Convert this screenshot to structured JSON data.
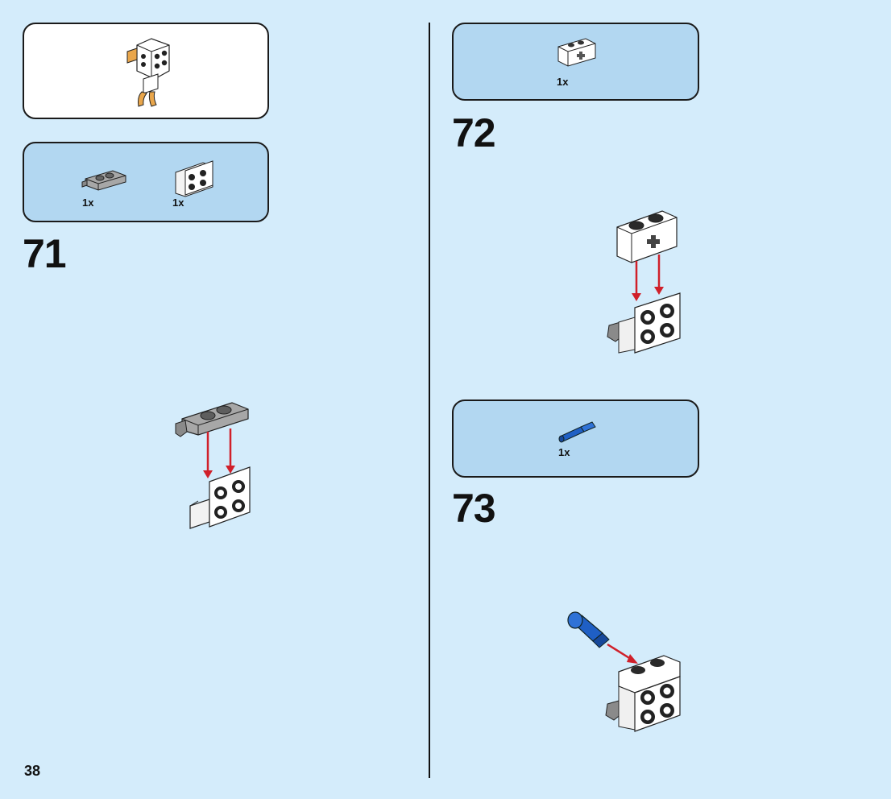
{
  "page": {
    "number": "38"
  },
  "callout": {
    "kind": "sub-assembly preview"
  },
  "steps": [
    {
      "number": "71",
      "parts": [
        {
          "qty": "1x",
          "part": "grey plate with clip"
        },
        {
          "qty": "1x",
          "part": "white bracket 2x2"
        }
      ]
    },
    {
      "number": "72",
      "parts": [
        {
          "qty": "1x",
          "part": "white technic brick 1x2 with axle hole"
        }
      ]
    },
    {
      "number": "73",
      "parts": [
        {
          "qty": "1x",
          "part": "blue technic pin with axle"
        }
      ]
    }
  ],
  "colors": {
    "background": "#d4ecfb",
    "parts_box": "#b2d7f1",
    "arrow": "#d0202a",
    "pin_blue": "#1f5fc4",
    "plate_grey": "#9a9a9a"
  }
}
